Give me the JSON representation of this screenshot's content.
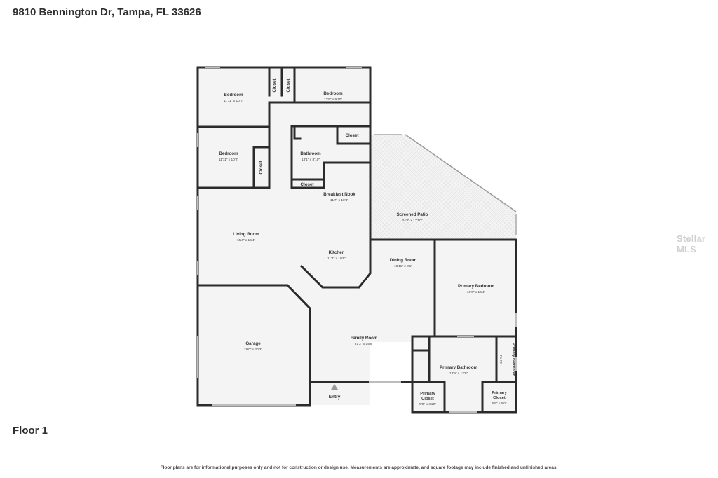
{
  "header": {
    "address": "9810 Bennington Dr, Tampa, FL 33626"
  },
  "floor": {
    "label": "Floor 1"
  },
  "footer": {
    "disclaimer": "Floor plans are for informational purposes only and not for construction or design use. Measurements are approximate, and square footage may include finished and unfinished areas."
  },
  "watermark": {
    "text": "Stellar MLS"
  },
  "entry": {
    "label": "Entry"
  },
  "rooms": {
    "bedroom1": {
      "name": "Bedroom",
      "dims": "11'11\" x 10'0\""
    },
    "closet1": {
      "name": "Closet"
    },
    "closet2": {
      "name": "Closet"
    },
    "bedroom2": {
      "name": "Bedroom",
      "dims": "12'5\" x 9'10\""
    },
    "bedroom3": {
      "name": "Bedroom",
      "dims": "11'11\" x 10'2\""
    },
    "closet3": {
      "name": "Closet"
    },
    "bathroom": {
      "name": "Bathroom",
      "dims": "13'1\" x 8'10\""
    },
    "closet4": {
      "name": "Closet"
    },
    "closet5": {
      "name": "Closet"
    },
    "nook": {
      "name": "Breakfast Nook",
      "dims": "11'7\" x 10'4\""
    },
    "patio": {
      "name": "Screened Patio",
      "dims": "24'9\" x 17'10\""
    },
    "living": {
      "name": "Living Room",
      "dims": "15'4\" x 16'4\""
    },
    "kitchen": {
      "name": "Kitchen",
      "dims": "11'7\" x 10'8\""
    },
    "dining": {
      "name": "Dining Room",
      "dims": "10'11\" x 8'1\""
    },
    "primaryBed": {
      "name": "Primary Bedroom",
      "dims": "13'6\" x 16'4\""
    },
    "garage": {
      "name": "Garage",
      "dims": "19'0\" x 20'3\""
    },
    "family": {
      "name": "Family Room",
      "dims": "21'2\" x 15'9\""
    },
    "primaryBath": {
      "name": "Primary Bathroom",
      "dims": "13'9\" x 12'9\""
    },
    "primaryBath2": {
      "name": "Primary Bathroom",
      "dims": "3' x 7'4\""
    },
    "primaryCloset1": {
      "name": "Primary Closet",
      "dims": "5'0\" x 4'10\""
    },
    "primaryCloset2": {
      "name": "Primary Closet",
      "dims": "5'5\" x 5'0\""
    }
  }
}
